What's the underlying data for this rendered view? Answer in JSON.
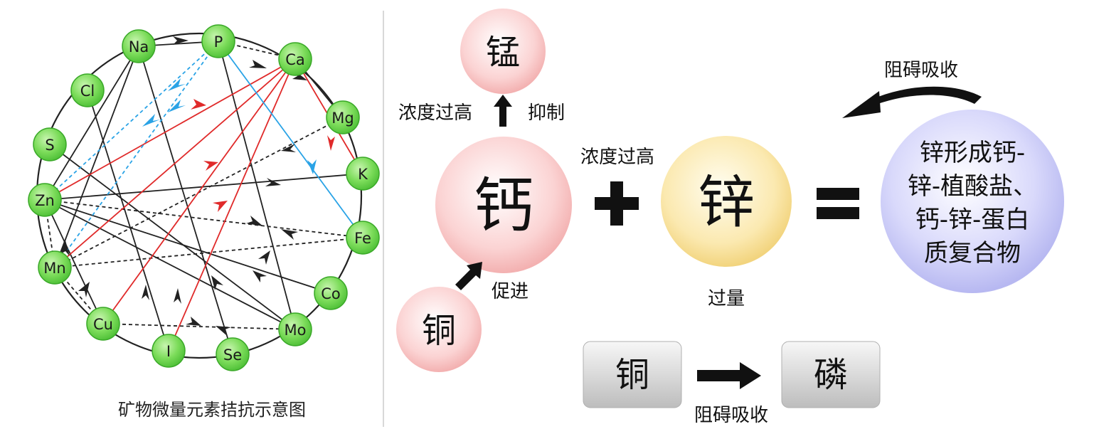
{
  "left_panel": {
    "caption": "矿物微量元素拮抗示意图",
    "elements": [
      {
        "id": "Na",
        "label": "Na"
      },
      {
        "id": "P",
        "label": "P"
      },
      {
        "id": "Ca",
        "label": "Ca"
      },
      {
        "id": "Cl",
        "label": "Cl"
      },
      {
        "id": "Mg",
        "label": "Mg"
      },
      {
        "id": "S",
        "label": "S"
      },
      {
        "id": "K",
        "label": "K"
      },
      {
        "id": "Zn",
        "label": "Zn"
      },
      {
        "id": "Fe",
        "label": "Fe"
      },
      {
        "id": "Mn",
        "label": "Mn"
      },
      {
        "id": "Co",
        "label": "Co"
      },
      {
        "id": "Cu",
        "label": "Cu"
      },
      {
        "id": "Mo",
        "label": "Mo"
      },
      {
        "id": "I",
        "label": "I"
      },
      {
        "id": "Se",
        "label": "Se"
      }
    ],
    "colors": {
      "node": "#7cdc5a",
      "node_edge": "#3aa928",
      "black": "#222222",
      "red": "#e02a2a",
      "blue": "#2aa3e6"
    }
  },
  "right_panel": {
    "manganese": "锰",
    "conc_high_left": "浓度过高",
    "inhibit": "抑制",
    "calcium": "钙",
    "copper": "铜",
    "promote": "促进",
    "plus": "+",
    "conc_high_mid": "浓度过高",
    "zinc": "锌",
    "excess": "过量",
    "equals": "=",
    "complex": [
      "锌形成钙-",
      "锌-植酸盐、",
      "钙-锌-蛋白",
      "质复合物"
    ],
    "hinder_top": "阻碍吸收",
    "box_copper": "铜",
    "box_phosphorus": "磷",
    "hinder_bottom": "阻碍吸收"
  }
}
